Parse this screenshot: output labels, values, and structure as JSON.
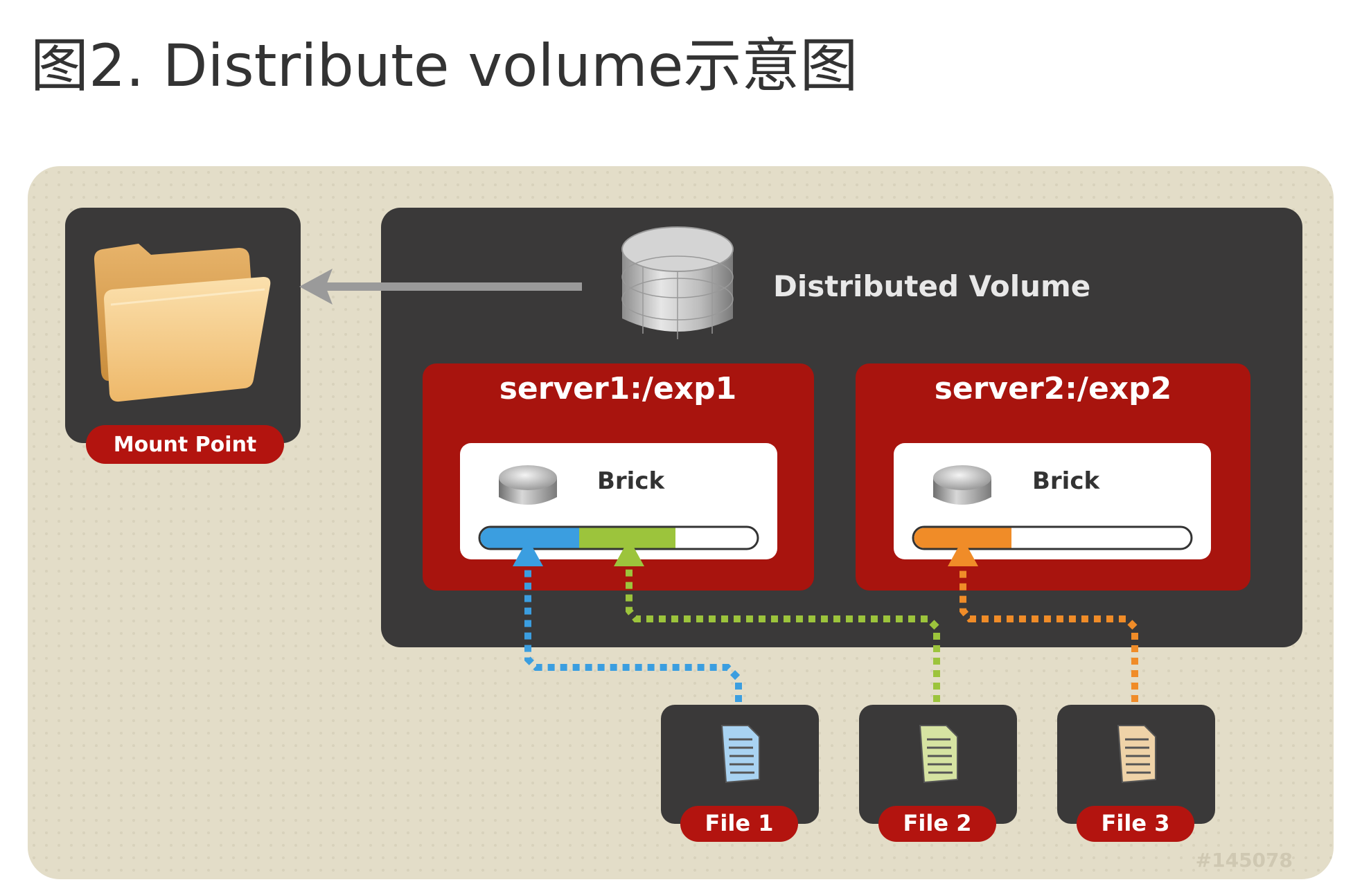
{
  "title": "图2. Distribute volume示意图",
  "diagram": {
    "volume_label": "Distributed Volume",
    "mount_point_label": "Mount Point",
    "servers": [
      {
        "label": "server1:/exp1",
        "brick_label": "Brick"
      },
      {
        "label": "server2:/exp2",
        "brick_label": "Brick"
      }
    ],
    "files": [
      {
        "label": "File 1",
        "color": "#3b9ee0"
      },
      {
        "label": "File 2",
        "color": "#9cc43c"
      },
      {
        "label": "File 3",
        "color": "#f08c28"
      }
    ],
    "watermark": "#145078",
    "colors": {
      "background": "#e3ddc8",
      "panel": "#3a3939",
      "server_box": "#a8140e",
      "label_pill": "#b3140f",
      "folder": "#f2c888"
    }
  }
}
